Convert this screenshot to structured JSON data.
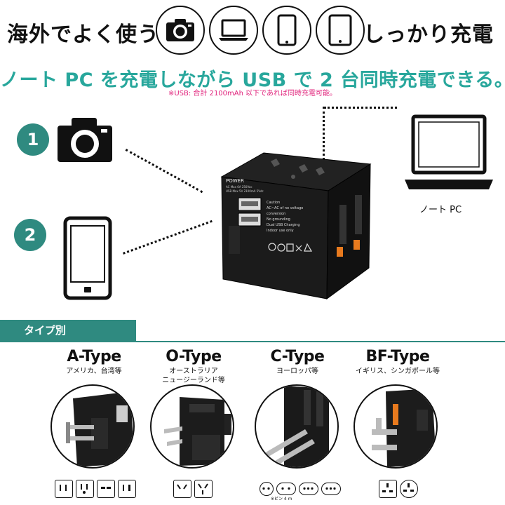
{
  "header": {
    "left_text": "海外でよく使う",
    "right_text": "しっかり充電",
    "device_icons": [
      "camera-icon",
      "laptop-icon",
      "phone-icon",
      "tablet-icon"
    ]
  },
  "headline": "ノート PC を充電しながら USB で 2 台同時充電できる。",
  "note": "※USB: 合計 2100mAh 以下であれば同時充電可能。",
  "devices": {
    "badge_1": "1",
    "badge_2": "2",
    "pc_caption": "ノート PC"
  },
  "adapter": {
    "power_label": "POWER",
    "spec_line_1": "AC Max 6A 250Vac",
    "spec_line_2": "USB Max 5V 2100mA 5Vdc",
    "caution_lines": [
      "Caution",
      "AC~AC of no voltage",
      "conversion",
      "No grounding",
      "Dual USB Charging",
      "Indoor use only"
    ]
  },
  "types": {
    "banner": "タイプ別",
    "items": [
      {
        "title": "A-Type",
        "sub": [
          "アメリカ、台湾等"
        ]
      },
      {
        "title": "O-Type",
        "sub": [
          "オーストラリア",
          "ニュージーランド等"
        ]
      },
      {
        "title": "C-Type",
        "sub": [
          "ヨーロッパ等"
        ]
      },
      {
        "title": "BF-Type",
        "sub": [
          "イギリス、シンガポール等"
        ]
      }
    ],
    "pin_note": "※ピン 4 m"
  },
  "colors": {
    "teal": "#28a79c",
    "badge": "#2f8a80",
    "note_pink": "#e0207a"
  }
}
